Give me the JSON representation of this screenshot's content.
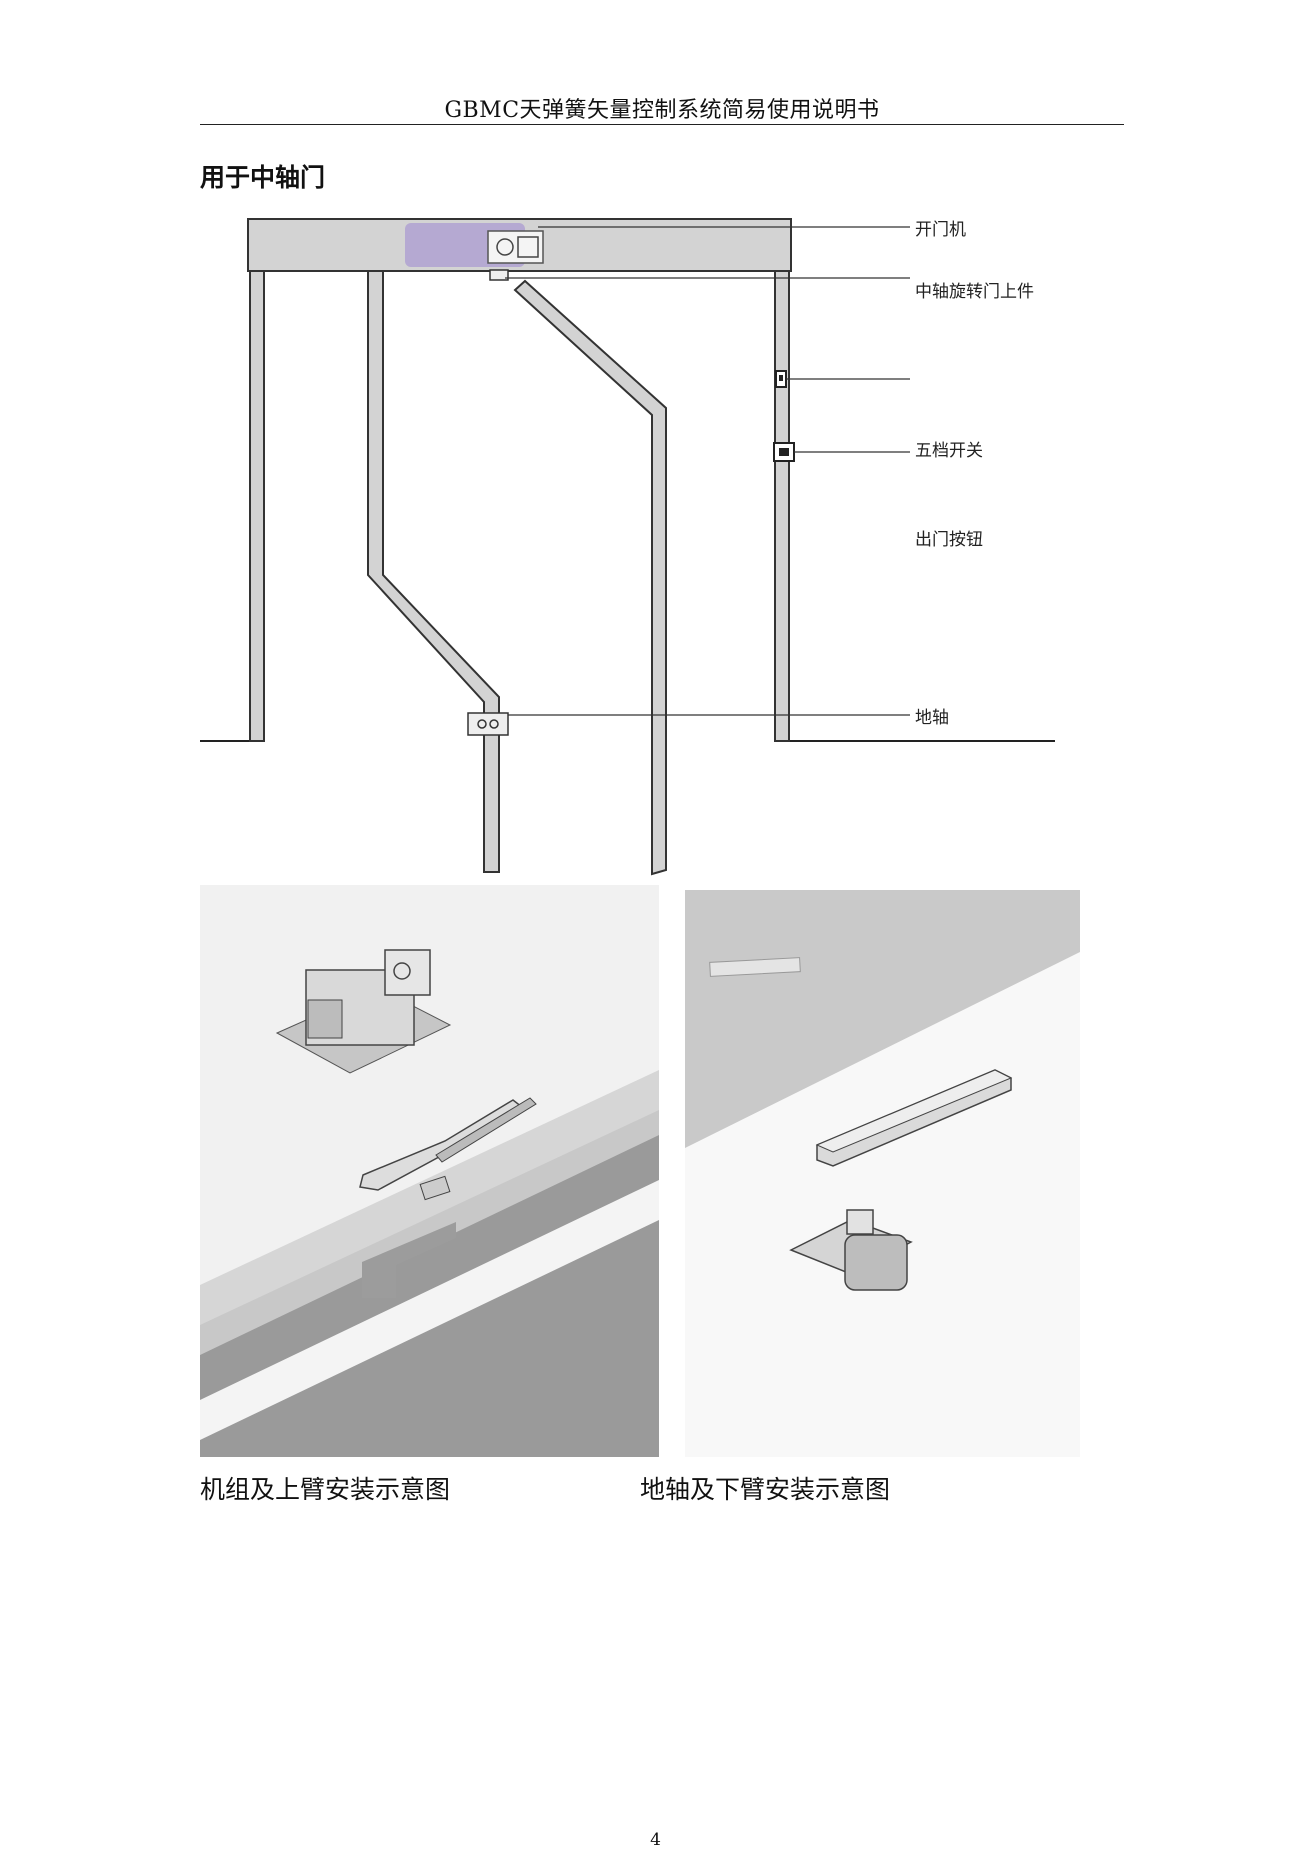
{
  "header": {
    "title": "GBMC天弹簧矢量控制系统简易使用说明书"
  },
  "section": {
    "title": "用于中轴门"
  },
  "diagram": {
    "labels": {
      "operator": "开门机",
      "top_pivot": "中轴旋转门上件",
      "five_position_switch": "五档开关",
      "exit_button": "出门按钮",
      "floor_pivot": "地轴"
    },
    "operator_color": "#b5a9d2",
    "frame_color": "#d3d3d3"
  },
  "photos": {
    "left": {
      "caption": "机组及上臂安装示意图"
    },
    "right": {
      "caption": "地轴及下臂安装示意图"
    }
  },
  "footer": {
    "page_number": "4"
  }
}
